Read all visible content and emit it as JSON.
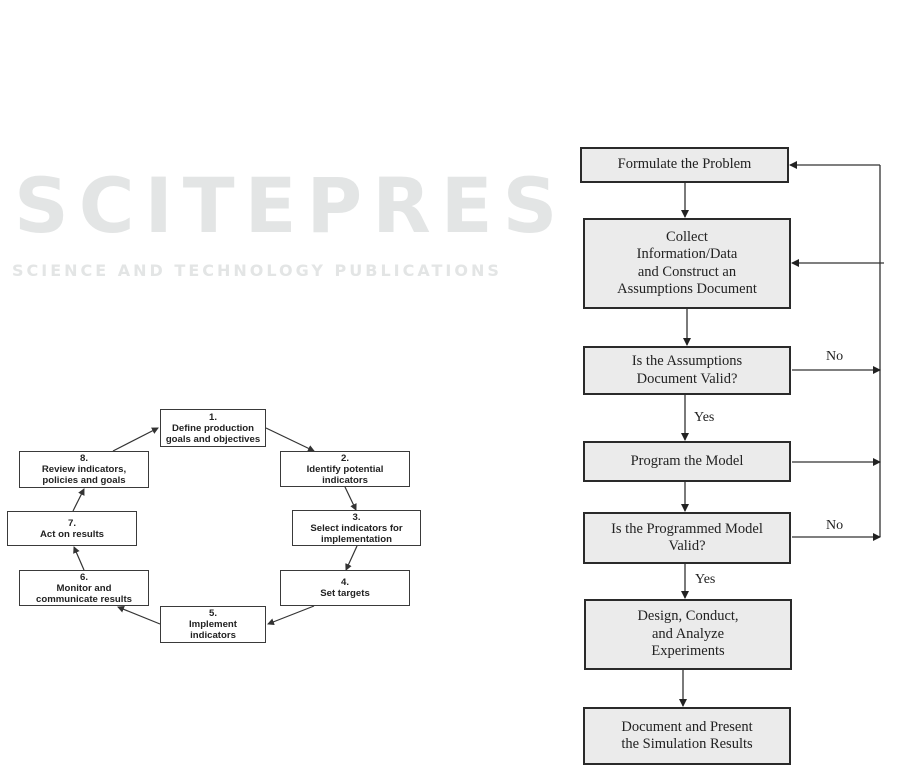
{
  "watermark": {
    "brand": "SCITEPRESS",
    "tagline": "SCIENCE AND TECHNOLOGY PUBLICATIONS"
  },
  "cycle_diagram": {
    "steps": [
      {
        "number": "1.",
        "lines": [
          "Define production",
          "goals and objectives"
        ]
      },
      {
        "number": "2.",
        "lines": [
          "Identify potential",
          "indicators"
        ]
      },
      {
        "number": "3.",
        "lines": [
          "Select indicators for",
          "implementation"
        ]
      },
      {
        "number": "4.",
        "lines": [
          "Set targets"
        ]
      },
      {
        "number": "5.",
        "lines": [
          "Implement",
          "indicators"
        ]
      },
      {
        "number": "6.",
        "lines": [
          "Monitor and",
          "communicate results"
        ]
      },
      {
        "number": "7.",
        "lines": [
          "Act on results"
        ]
      },
      {
        "number": "8.",
        "lines": [
          "Review indicators,",
          "policies and goals"
        ]
      }
    ]
  },
  "flowchart": {
    "steps": [
      {
        "lines": [
          "Formulate the Problem"
        ]
      },
      {
        "lines": [
          "Collect",
          "Information/Data",
          "and Construct an",
          "Assumptions Document"
        ]
      },
      {
        "lines": [
          "Is the Assumptions",
          "Document Valid?"
        ]
      },
      {
        "lines": [
          "Program the Model"
        ]
      },
      {
        "lines": [
          "Is the Programmed Model",
          "Valid?"
        ]
      },
      {
        "lines": [
          "Design, Conduct,",
          "and Analyze",
          "Experiments"
        ]
      },
      {
        "lines": [
          "Document and Present",
          "the Simulation Results"
        ]
      }
    ],
    "labels": {
      "yes": "Yes",
      "no": "No"
    }
  }
}
